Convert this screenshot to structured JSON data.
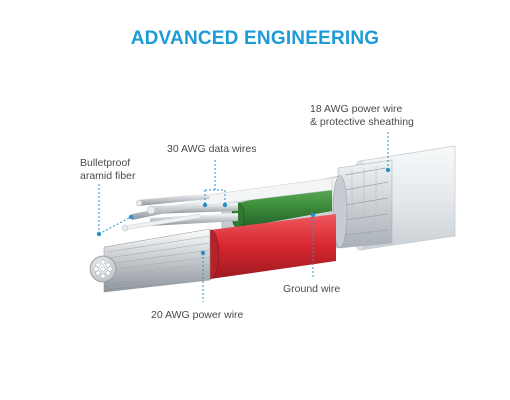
{
  "title": "ADVANCED ENGINEERING",
  "labels": {
    "aramid": [
      "Bulletproof",
      "aramid fiber"
    ],
    "data_wires": "30 AWG data wires",
    "power_18": [
      "18 AWG power wire",
      "& protective sheathing"
    ],
    "ground": "Ground wire",
    "power_20": "20 AWG power wire"
  },
  "colors": {
    "accent": "#1d9bd7",
    "green_wire": "#3f8f3c",
    "red_wire": "#d7262e",
    "sheath": "#e9edf0",
    "callout": "#2a8fc7"
  }
}
